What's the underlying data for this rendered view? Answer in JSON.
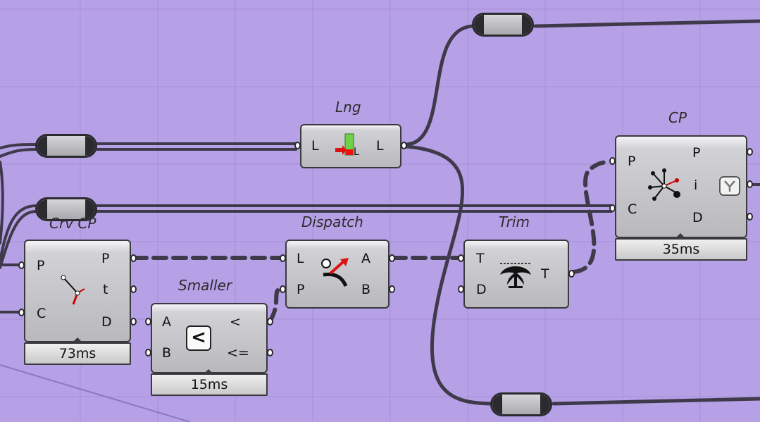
{
  "components": {
    "lng": {
      "title": "Lng",
      "inputs": [
        "L"
      ],
      "outputs": [
        "L"
      ]
    },
    "crvcp": {
      "title": "Crv CP",
      "inputs": [
        "P",
        "C"
      ],
      "outputs": [
        "P",
        "t",
        "D"
      ],
      "time": "73ms"
    },
    "smaller": {
      "title": "Smaller",
      "inputs": [
        "A",
        "B"
      ],
      "outputs": [
        "<",
        "<="
      ],
      "time": "15ms",
      "icon_glyph": "<"
    },
    "dispatch": {
      "title": "Dispatch",
      "inputs": [
        "L",
        "P"
      ],
      "outputs": [
        "A",
        "B"
      ]
    },
    "trim": {
      "title": "Trim",
      "inputs": [
        "T",
        "D"
      ],
      "outputs": [
        "T"
      ]
    },
    "cp": {
      "title": "CP",
      "inputs": [
        "P",
        "C"
      ],
      "outputs": [
        "P",
        "i",
        "D"
      ],
      "time": "35ms"
    }
  },
  "icons": {
    "lng": "list-length-icon",
    "crvcp": "curve-closest-point-icon",
    "smaller": "less-than-icon",
    "dispatch": "dispatch-icon",
    "trim": "trim-tree-icon",
    "cp": "closest-point-icon",
    "cp_flag": "graft-icon"
  },
  "colors": {
    "canvas": "#b6a0e6",
    "wire": "#3f3a4a",
    "component": "#c4c4c8"
  }
}
